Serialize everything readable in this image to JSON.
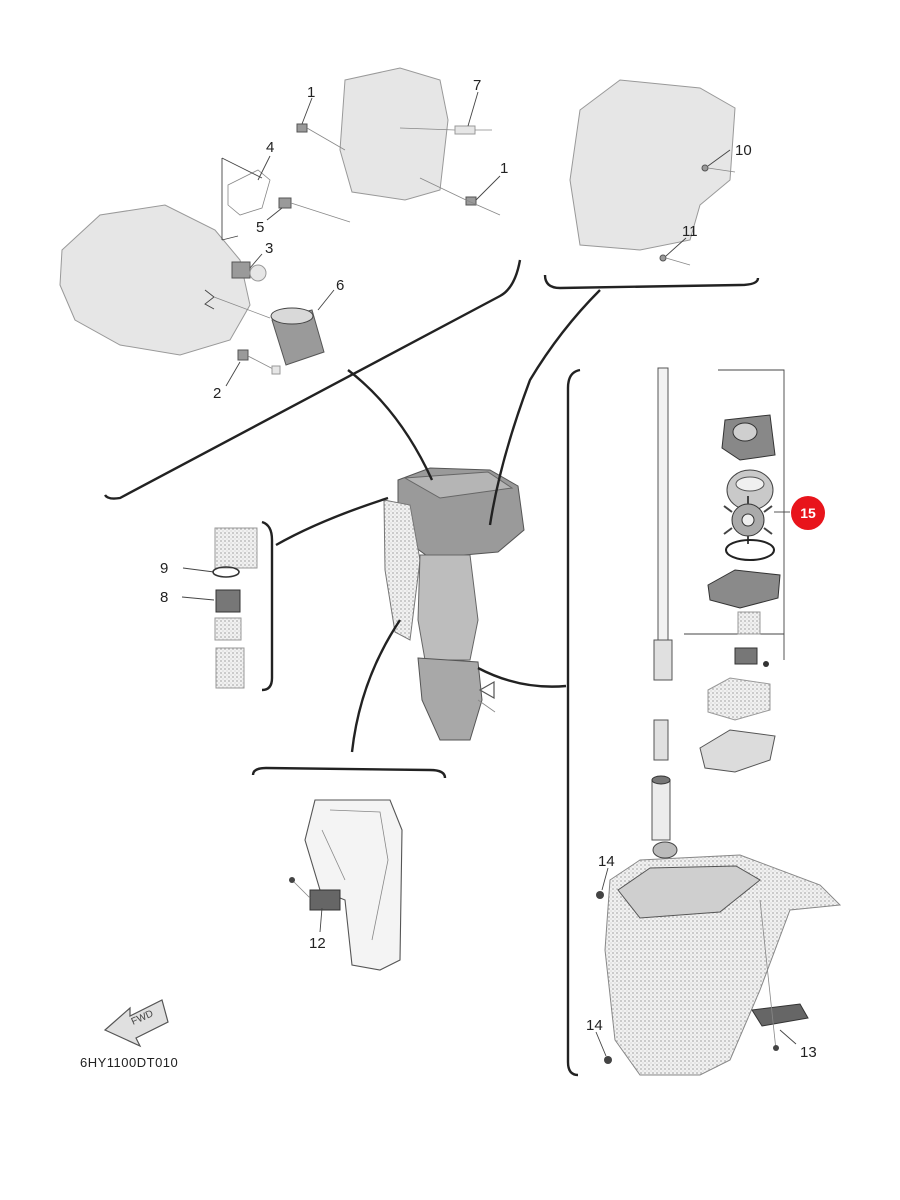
{
  "diagram": {
    "code": "6HY1100DT010",
    "arrow_text": "FWD",
    "highlight_color": "#e8141b",
    "callouts": [
      {
        "id": "c1a",
        "label": "1"
      },
      {
        "id": "c1b",
        "label": "1"
      },
      {
        "id": "c2",
        "label": "2"
      },
      {
        "id": "c3",
        "label": "3"
      },
      {
        "id": "c4",
        "label": "4"
      },
      {
        "id": "c5",
        "label": "5"
      },
      {
        "id": "c6",
        "label": "6"
      },
      {
        "id": "c7",
        "label": "7"
      },
      {
        "id": "c8",
        "label": "8"
      },
      {
        "id": "c9",
        "label": "9"
      },
      {
        "id": "c10",
        "label": "10"
      },
      {
        "id": "c11",
        "label": "11"
      },
      {
        "id": "c12",
        "label": "12"
      },
      {
        "id": "c13",
        "label": "13"
      },
      {
        "id": "c14a",
        "label": "14"
      },
      {
        "id": "c14b",
        "label": "14"
      },
      {
        "id": "c15",
        "label": "15",
        "highlighted": true
      }
    ]
  }
}
